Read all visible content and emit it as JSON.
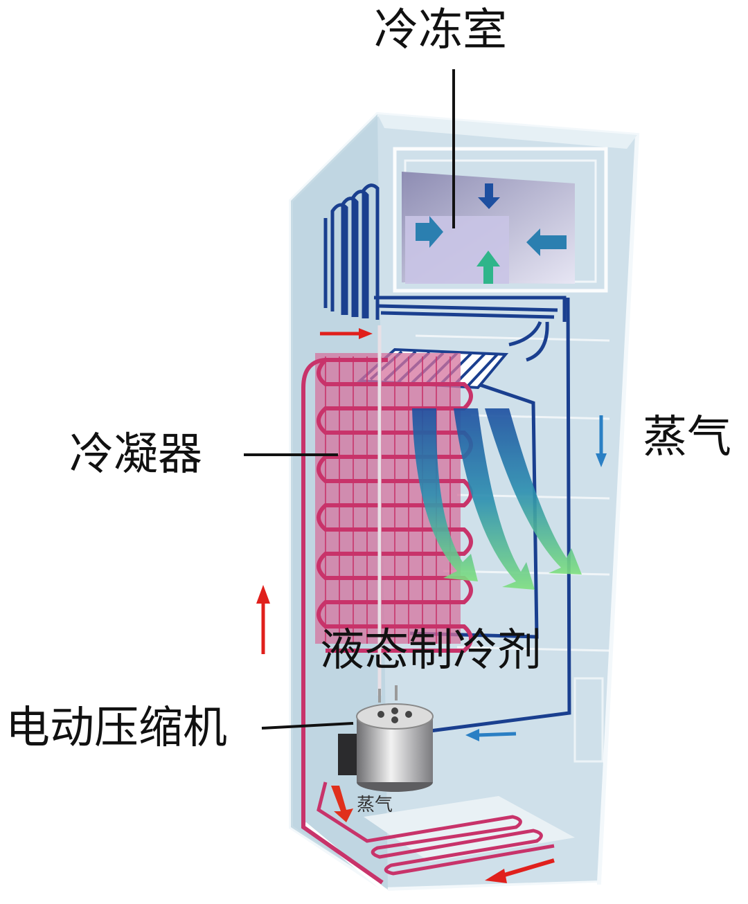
{
  "labels": {
    "freezer": "冷冻室",
    "condenser": "冷凝器",
    "vapor": "蒸气",
    "liquid_refrigerant": "液态制冷剂",
    "compressor": "电动压缩机",
    "vapor_small": "蒸气"
  },
  "colors": {
    "cabinet": "#cfe0ea",
    "cabinet_edge": "#eef5f8",
    "condenser_coil": "#c8336a",
    "evaporator_coil": "#1a3f8f",
    "flow_arrow_red": "#e0201c",
    "flow_arrow_blue": "#2a7fc4",
    "cold_air": "#2fb58a"
  }
}
